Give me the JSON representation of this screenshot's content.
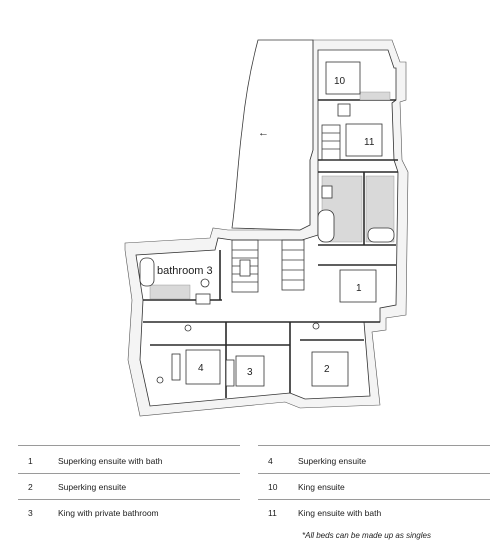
{
  "plan": {
    "room_labels": [
      {
        "key": "r10",
        "text": "10"
      },
      {
        "key": "r11",
        "text": "11"
      },
      {
        "key": "r1",
        "text": "1"
      },
      {
        "key": "r2",
        "text": "2"
      },
      {
        "key": "r3",
        "text": "3"
      },
      {
        "key": "r4",
        "text": "4"
      },
      {
        "key": "bath3",
        "text": "bathroom 3"
      }
    ],
    "direction_arrow": "←"
  },
  "legend": {
    "left": [
      {
        "num": "1",
        "desc": "Superking ensuite with bath"
      },
      {
        "num": "2",
        "desc": "Superking ensuite"
      },
      {
        "num": "3",
        "desc": "King with private bathroom"
      }
    ],
    "right": [
      {
        "num": "4",
        "desc": "Superking ensuite"
      },
      {
        "num": "10",
        "desc": "King ensuite"
      },
      {
        "num": "11",
        "desc": "King ensuite with bath"
      }
    ]
  },
  "note": "*All beds can be made up as singles"
}
